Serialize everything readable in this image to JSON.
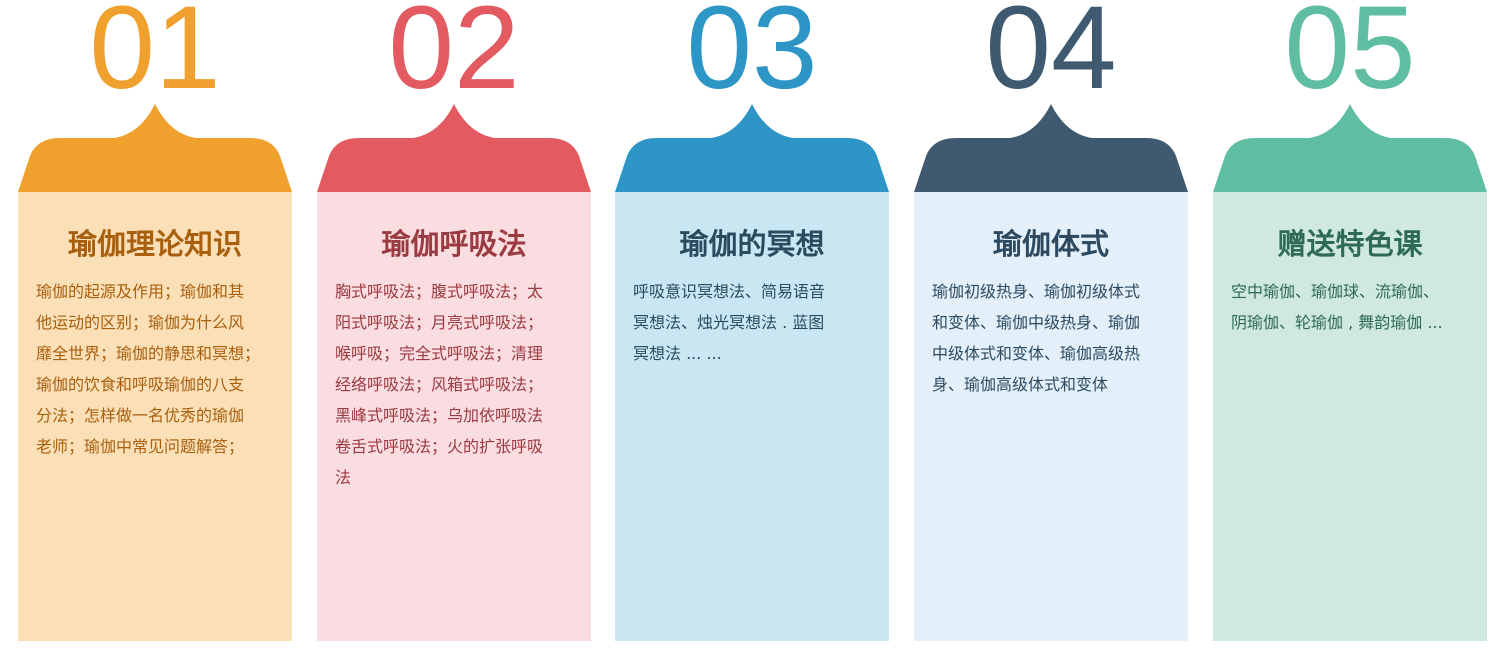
{
  "cards": [
    {
      "number": "01",
      "title": "瑜伽理论知识",
      "accent": "#F0A02C",
      "bg": "#FBDFB7",
      "text": "#A8600F",
      "lines": [
        "瑜伽的起源及作用；瑜伽和其",
        "他运动的区别；瑜伽为什么风",
        "靡全世界；瑜伽的静思和冥想；",
        "瑜伽的饮食和呼吸瑜伽的八支",
        "分法；怎样做一名优秀的瑜伽",
        "老师；瑜伽中常见问题解答；"
      ]
    },
    {
      "number": "02",
      "title": "瑜伽呼吸法",
      "accent": "#E35B61",
      "bg": "#F9DDE0",
      "text": "#9B3A40",
      "lines": [
        "胸式呼吸法；腹式呼吸法；太",
        "阳式呼吸法；月亮式呼吸法；",
        "喉呼吸；完全式呼吸法；清理",
        "经络呼吸法；风箱式呼吸法；",
        "黑峰式呼吸法；乌加依呼吸法",
        "卷舌式呼吸法；火的扩张呼吸",
        "法"
      ]
    },
    {
      "number": "03",
      "title": "瑜伽的冥想",
      "accent": "#2E96C6",
      "bg": "#C9E7F3",
      "text": "#2A4A5E",
      "lines": [
        "呼吸意识冥想法、简易语音",
        "冥想法、烛光冥想法 . 蓝图",
        "冥想法 ... ..."
      ]
    },
    {
      "number": "04",
      "title": "瑜伽体式",
      "accent": "#3F5A70",
      "bg": "#E3F0FA",
      "text": "#2D4A60",
      "lines": [
        "瑜伽初级热身、瑜伽初级体式",
        "和变体、瑜伽中级热身、瑜伽",
        "中级体式和变体、瑜伽高级热",
        "身、瑜伽高级体式和变体"
      ]
    },
    {
      "number": "05",
      "title": "赠送特色课",
      "accent": "#5FBEA2",
      "bg": "#CFE8E2",
      "text": "#2E6A55",
      "lines": [
        "空中瑜伽、瑜伽球、流瑜伽、",
        "阴瑜伽、轮瑜伽 , 舞韵瑜伽 ..."
      ]
    }
  ]
}
